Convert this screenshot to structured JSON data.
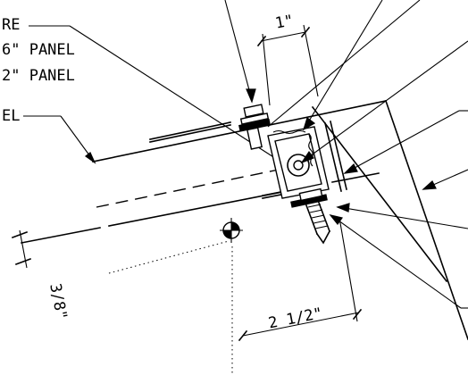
{
  "callouts": {
    "left_top_1": "RE",
    "left_top_2": "6\" PANEL",
    "left_top_3": "2\" PANEL",
    "left_mid": "EL"
  },
  "dimensions": {
    "top": "1\"",
    "bottom": "2 1/2\"",
    "left": "3/8\""
  }
}
